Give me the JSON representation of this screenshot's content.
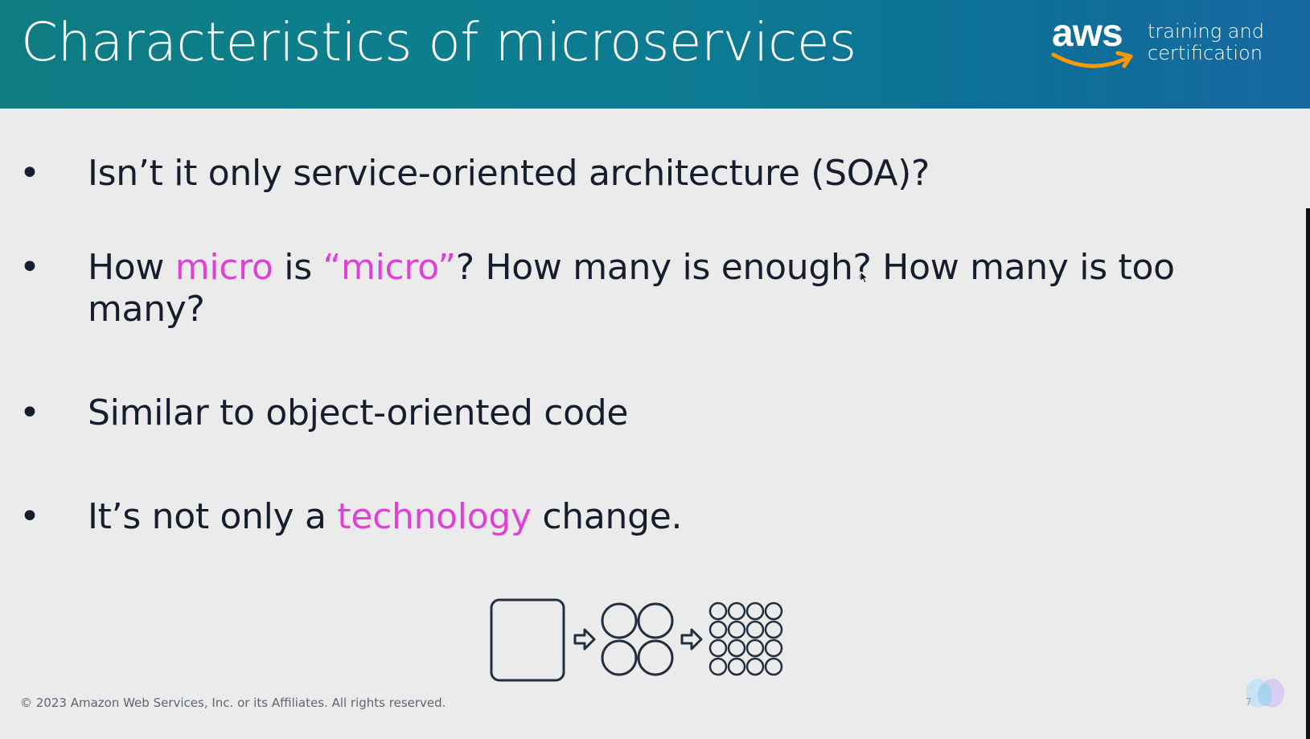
{
  "slide": {
    "title": "Characteristics of microservices",
    "logo": {
      "wordmark": "aws",
      "tagline": "training and certification"
    },
    "bullets": [
      {
        "parts": [
          {
            "text": "Isn’t it only service-oriented architecture (SOA)?",
            "highlight": false
          }
        ]
      },
      {
        "parts": [
          {
            "text": "How ",
            "highlight": false
          },
          {
            "text": "micro",
            "highlight": true
          },
          {
            "text": " is ",
            "highlight": false
          },
          {
            "text": "“micro”",
            "highlight": true
          },
          {
            "text": "? How many is enough? How many is too many?",
            "highlight": false
          }
        ]
      },
      {
        "parts": [
          {
            "text": "Similar to object-oriented code",
            "highlight": false
          }
        ]
      },
      {
        "parts": [
          {
            "text": "It’s not only a ",
            "highlight": false
          },
          {
            "text": "technology",
            "highlight": true
          },
          {
            "text": " change.",
            "highlight": false
          }
        ]
      }
    ],
    "footer": "© 2023 Amazon Web Services, Inc. or its Affiliates. All rights reserved.",
    "page_number": "7",
    "diagram_icons": [
      "monolith-box-icon",
      "arrow-right-icon",
      "four-services-icon",
      "arrow-right-icon",
      "many-services-icon"
    ],
    "colors": {
      "header_start": "#0f7b82",
      "header_end": "#1768a1",
      "highlight": "#e040d5",
      "body_text": "#161e2d",
      "background": "#ebebeb",
      "logo_smile": "#ff9900"
    }
  }
}
